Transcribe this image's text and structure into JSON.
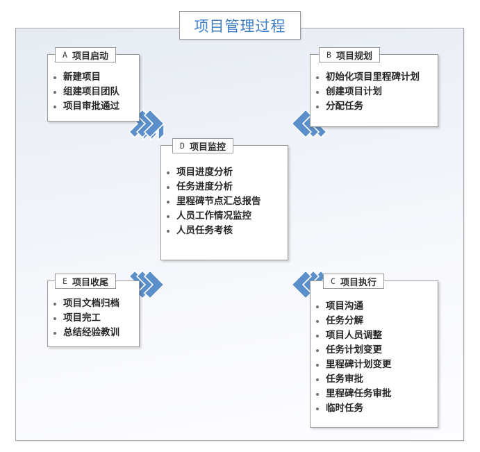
{
  "diagram": {
    "title": "项目管理过程",
    "title_color": "#3f7dc4",
    "frame_border_color": "#a6a6a6",
    "arrow_color": "#4a7ebb",
    "box_border_color": "#9a9a9a"
  },
  "boxes": {
    "a": {
      "code": "A",
      "name": "项目启动",
      "items": [
        "新建项目",
        "组建项目团队",
        "项目审批通过"
      ]
    },
    "b": {
      "code": "B",
      "name": "项目规划",
      "items": [
        "初始化项目里程碑计划",
        "创建项目计划",
        "分配任务"
      ]
    },
    "c": {
      "code": "C",
      "name": "项目执行",
      "items": [
        "项目沟通",
        "任务分解",
        "项目人员调整",
        "任务计划变更",
        "里程碑计划变更",
        "任务审批",
        "里程碑任务审批",
        "临时任务"
      ]
    },
    "d": {
      "code": "D",
      "name": "项目监控",
      "items": [
        "项目进度分析",
        "任务进度分析",
        "里程碑节点汇总报告",
        "人员工作情况监控",
        "人员任务考核"
      ]
    },
    "e": {
      "code": "E",
      "name": "项目收尾",
      "items": [
        "项目文档归档",
        "项目完工",
        "总结经验教训"
      ]
    }
  },
  "arrows": [
    {
      "id": "a-d",
      "from": "A",
      "to": "D",
      "direction": "down-right",
      "icon": "chevron-down-right-icon"
    },
    {
      "id": "b-d",
      "from": "B",
      "to": "D",
      "direction": "down-left",
      "icon": "chevron-down-left-icon"
    },
    {
      "id": "e-d",
      "from": "E",
      "to": "D",
      "direction": "up-right",
      "icon": "chevron-up-right-icon"
    },
    {
      "id": "c-d",
      "from": "C",
      "to": "D",
      "direction": "up-left",
      "icon": "chevron-up-left-icon"
    }
  ]
}
